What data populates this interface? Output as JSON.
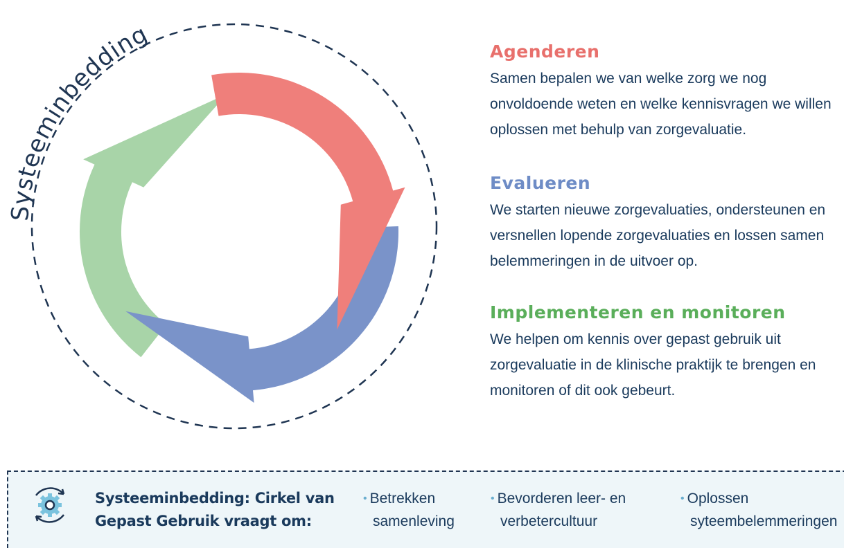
{
  "diagram": {
    "ring_label": "Systeeminbedding",
    "colors": {
      "agenderen": "#ef7f7b",
      "evalueren": "#7a93c9",
      "implementeren": "#a8d4a8",
      "dashed_circle": "#1f3552"
    }
  },
  "sections": [
    {
      "title": "Agenderen",
      "color": "#e8706c",
      "text": "Samen bepalen we van welke zorg we nog onvoldoende weten en welke kennisvragen we willen oplossen met behulp van zorgevaluatie."
    },
    {
      "title": "Evalueren",
      "color": "#6e8cc6",
      "text": "We starten nieuwe zorgevaluaties, ondersteunen en versnellen lopende zorgevaluaties en lossen samen belemmeringen in de uitvoer op."
    },
    {
      "title": "Implementeren en monitoren",
      "color": "#5aae5a",
      "text": "We helpen om kennis over gepast gebruik uit zorgevaluatie in de klinische praktijk te brengen en monitoren of dit ook gebeurt."
    }
  ],
  "bottom_bar": {
    "icon": "gear-cycle-icon",
    "title": "Systeeminbedding: Cirkel van Gepast Gebruik vraagt om:",
    "items": [
      {
        "line1": "Betrekken",
        "line2": "samenleving"
      },
      {
        "line1": "Bevorderen leer- en",
        "line2": "verbetercultuur"
      },
      {
        "line1": "Oplossen",
        "line2": "syteembelemmeringen"
      }
    ]
  }
}
